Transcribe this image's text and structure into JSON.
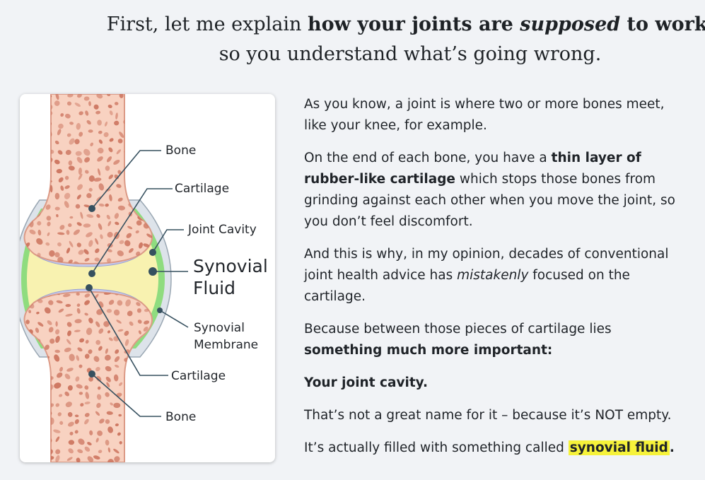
{
  "headline": {
    "part1": "First, let me explain ",
    "bold1": "how your joints are ",
    "italic1": "supposed",
    "bold2": " to work",
    "part2": ", so you understand what’s going wrong."
  },
  "diagram": {
    "labels": {
      "bone_top": "Bone",
      "cartilage_top": "Cartilage",
      "joint_cavity": "Joint Cavity",
      "synovial_fluid_1": "Synovial",
      "synovial_fluid_2": "Fluid",
      "synovial_membrane_1": "Synovial",
      "synovial_membrane_2": "Membrane",
      "cartilage_bottom": "Cartilage",
      "bone_bottom": "Bone"
    },
    "colors": {
      "bone_fill": "#f6c7b4",
      "bone_outline": "#dc9a86",
      "pore": "#c96e58",
      "cartilage": "#bfc4ea",
      "fluid": "#f8f2b0",
      "membrane": "#84d877",
      "capsule": "#d8dee5",
      "leader": "#36505f"
    }
  },
  "body": {
    "p1": "As you know, a joint is where two or more bones meet, like your knee, for example.",
    "p2_a": "On the end of each bone, you have a ",
    "p2_b": "thin layer of rubber-like cartilage",
    "p2_c": " which stops those bones from grinding against each other when you move the joint, so you don’t feel discomfort.",
    "p3_a": "And this is why, in my opinion, decades of conventional joint health advice has ",
    "p3_b": "mistakenly",
    "p3_c": " focused on the cartilage.",
    "p4_a": "Because between those pieces of cartilage lies ",
    "p4_b": "something much more important:",
    "p5": "Your joint cavity.",
    "p6": "That’s not a great name for it – because it’s NOT empty.",
    "p7_a": "It’s actually filled with something called ",
    "p7_b": "synovial fluid",
    "p7_c": "."
  }
}
